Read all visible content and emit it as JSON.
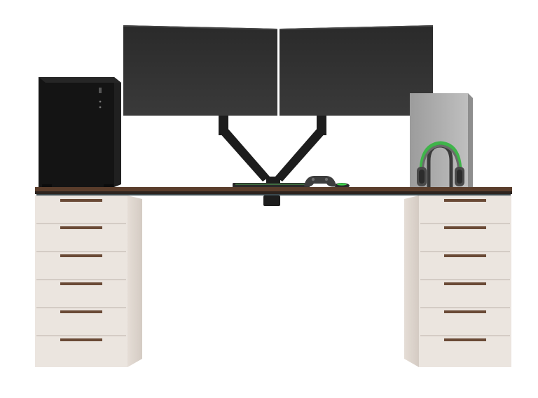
{
  "scene": {
    "description_objects": [
      "pc-tower",
      "dual-monitors",
      "monitor-arm",
      "keyboard",
      "mouse",
      "game-controller",
      "headphones",
      "headphone-stand",
      "desk-top",
      "drawer-unit-left",
      "drawer-unit-right"
    ],
    "colors": {
      "background": "#ffffff",
      "desk_wood": "#5a3d2b",
      "drawer_body": "#e9e2dc",
      "monitor": "#2f2f2f",
      "pc_case": "#151515",
      "accent_green": "#3fd24b",
      "stand_glass": "#a9a9a9"
    },
    "drawers_per_unit": 6
  }
}
